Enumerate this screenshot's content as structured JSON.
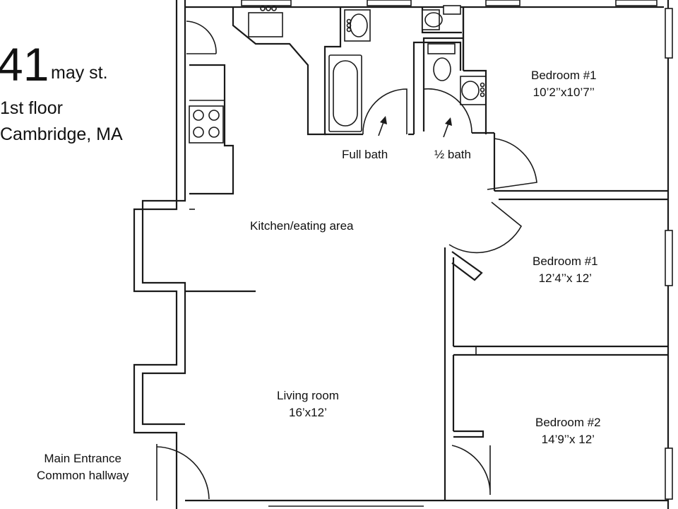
{
  "address": {
    "number": "41",
    "street": "may st.",
    "floor": "1st floor",
    "city": "Cambridge, MA"
  },
  "rooms": {
    "bedroom_top": {
      "name": "Bedroom #1",
      "size": "10’2’’x10’7’’"
    },
    "bedroom_middle": {
      "name": "Bedroom #1",
      "size": "12’4’’x 12’"
    },
    "bedroom_bottom": {
      "name": "Bedroom #2",
      "size": "14’9’’x 12’"
    },
    "kitchen": {
      "name": "Kitchen/eating area"
    },
    "living": {
      "name": "Living room",
      "size": "16’x12’"
    },
    "full_bath": {
      "name": "Full bath"
    },
    "half_bath": {
      "name": "½ bath"
    },
    "entrance": {
      "line1": "Main Entrance",
      "line2": "Common hallway"
    }
  }
}
